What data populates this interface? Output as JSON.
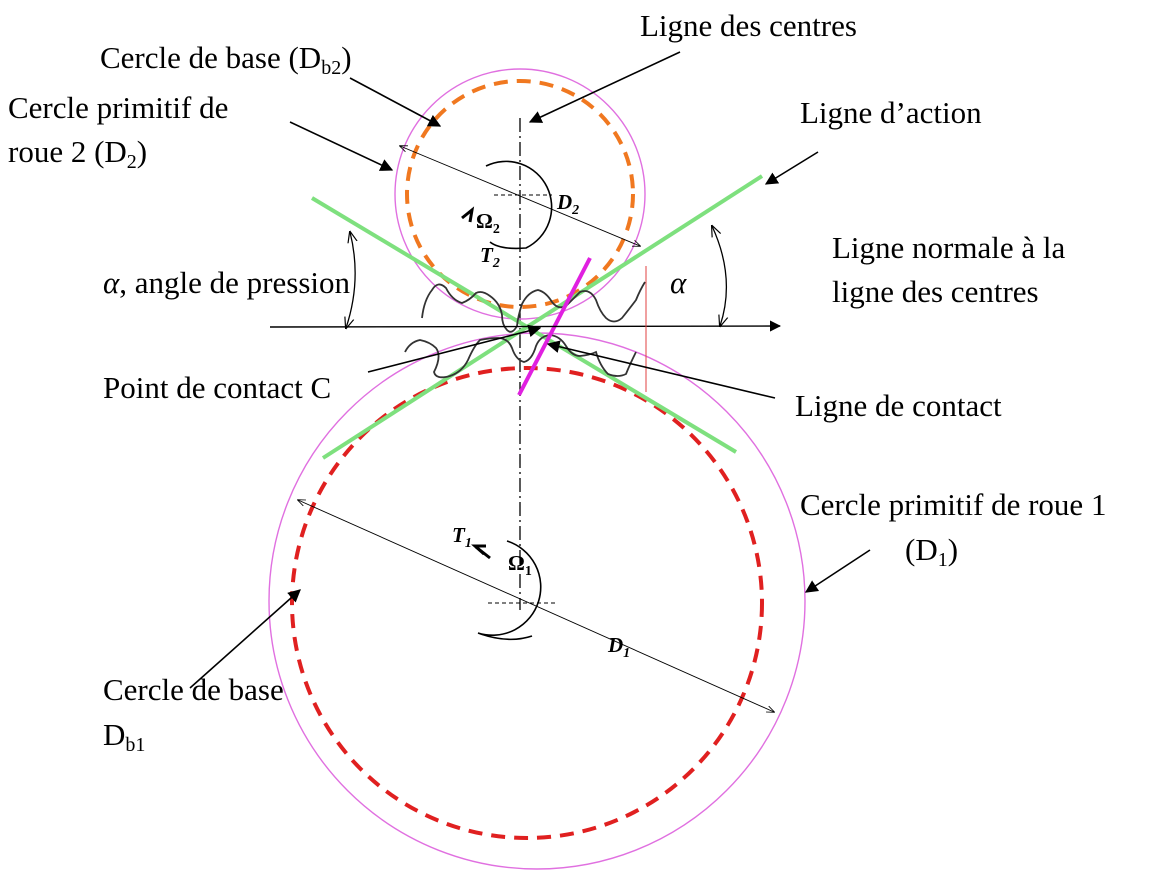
{
  "labels": {
    "ligne_centres": "Ligne des centres",
    "cercle_base_2": {
      "main": "Cercle de base (D",
      "sub": "b2",
      "end": ")"
    },
    "cercle_primitif_2_line1": "Cercle primitif de",
    "cercle_primitif_2_line2": {
      "main": "roue 2 (D",
      "sub": "2",
      "end": ")"
    },
    "ligne_action": "Ligne d’action",
    "alpha_left": {
      "sym": "α",
      "text": ", angle de pression"
    },
    "alpha_right": "α",
    "ligne_normale_line1": "Ligne normale à la",
    "ligne_normale_line2": "ligne des centres",
    "point_contact": "Point de contact C",
    "ligne_contact": "Ligne de contact",
    "cercle_primitif_1_line1": "Cercle primitif de roue 1",
    "cercle_primitif_1_line2": {
      "main": "(D",
      "sub": "1",
      "end": ")"
    },
    "cercle_base_1_line1": "Cercle de base",
    "cercle_base_1_line2": {
      "main": "D",
      "sub": "b1"
    }
  },
  "symbols": {
    "D2": {
      "main": "D",
      "sub": "2"
    },
    "D1": {
      "main": "D",
      "sub": "1"
    },
    "Omega2": {
      "main": "Ω",
      "sub": "2"
    },
    "Omega1": {
      "main": "Ω",
      "sub": "1"
    },
    "T2": {
      "main": "T",
      "sub": "2"
    },
    "T1": {
      "main": "T",
      "sub": "1"
    }
  },
  "colors": {
    "pitch_circle": "#e070e0",
    "base_circle_2": "#f07820",
    "base_circle_1": "#e02020",
    "action_line": "#7ee07e",
    "contact_line": "#e020e0",
    "ink": "#000000",
    "thin_red": "#e04040"
  }
}
